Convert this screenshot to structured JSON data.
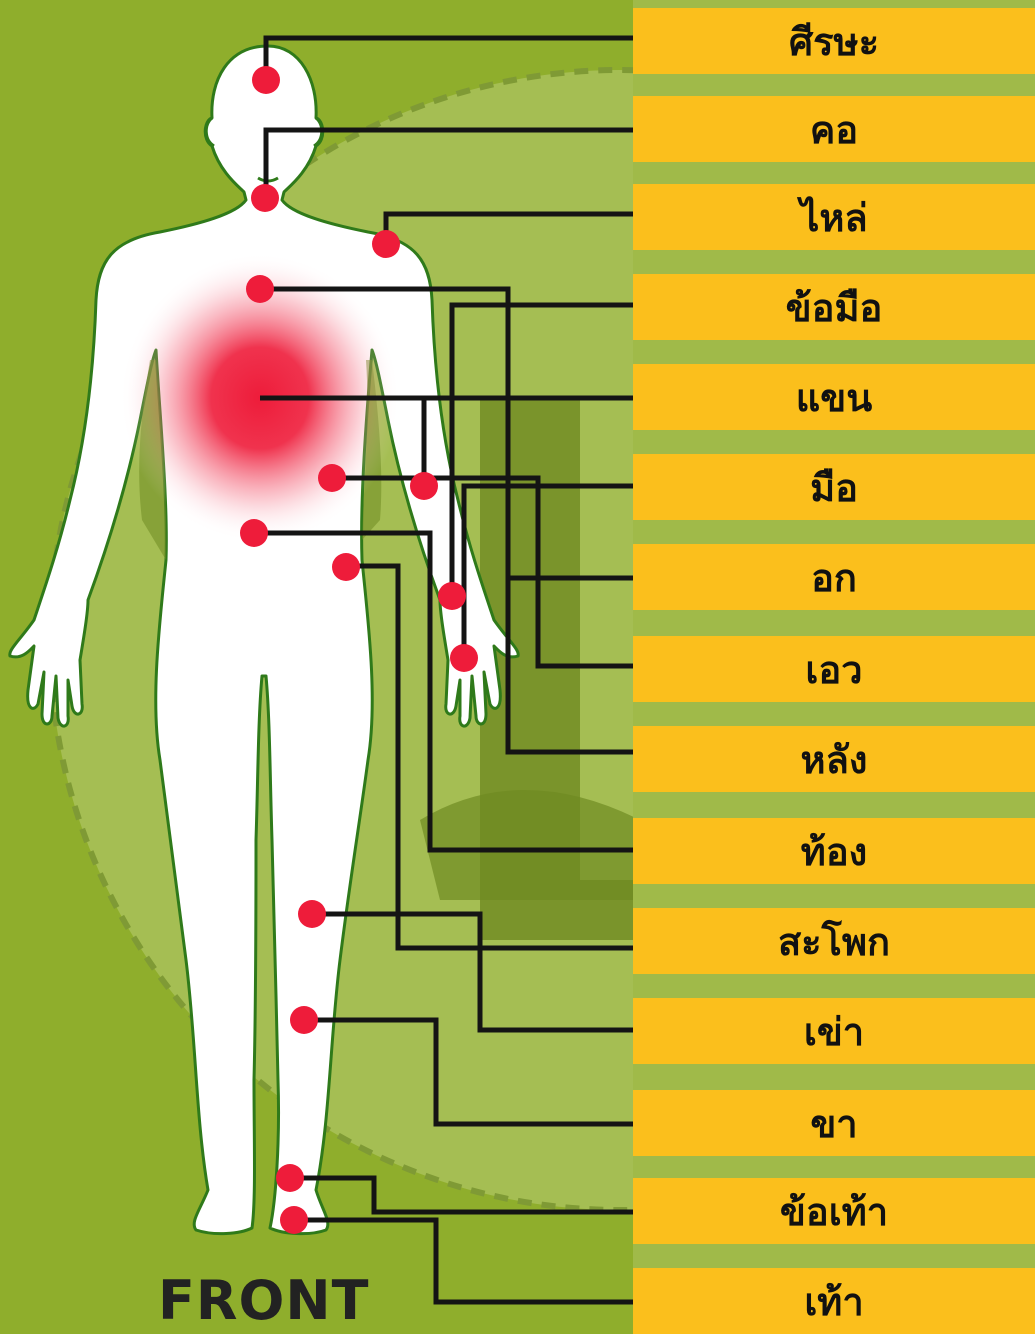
{
  "caption": "FRONT",
  "labels": [
    {
      "id": "head",
      "text": "ศีรษะ"
    },
    {
      "id": "neck",
      "text": "คอ"
    },
    {
      "id": "shoulder",
      "text": "ไหล่"
    },
    {
      "id": "wrist",
      "text": "ข้อมือ"
    },
    {
      "id": "arm",
      "text": "แขน"
    },
    {
      "id": "hand",
      "text": "มือ"
    },
    {
      "id": "chest",
      "text": "อก"
    },
    {
      "id": "waist",
      "text": "เอว"
    },
    {
      "id": "back",
      "text": "หลัง"
    },
    {
      "id": "abdomen",
      "text": "ท้อง"
    },
    {
      "id": "hip",
      "text": "สะโพก"
    },
    {
      "id": "knee",
      "text": "เข่า"
    },
    {
      "id": "leg",
      "text": "ขา"
    },
    {
      "id": "ankle",
      "text": "ข้อเท้า"
    },
    {
      "id": "foot",
      "text": "เท้า"
    }
  ],
  "colors": {
    "background": "#8fae2c",
    "stripe_light": "#b6c96a",
    "label_bg": "#fbbf1c",
    "marker": "#ee1c3a",
    "body_outline": "#2f7a1a",
    "connector": "#141414"
  }
}
